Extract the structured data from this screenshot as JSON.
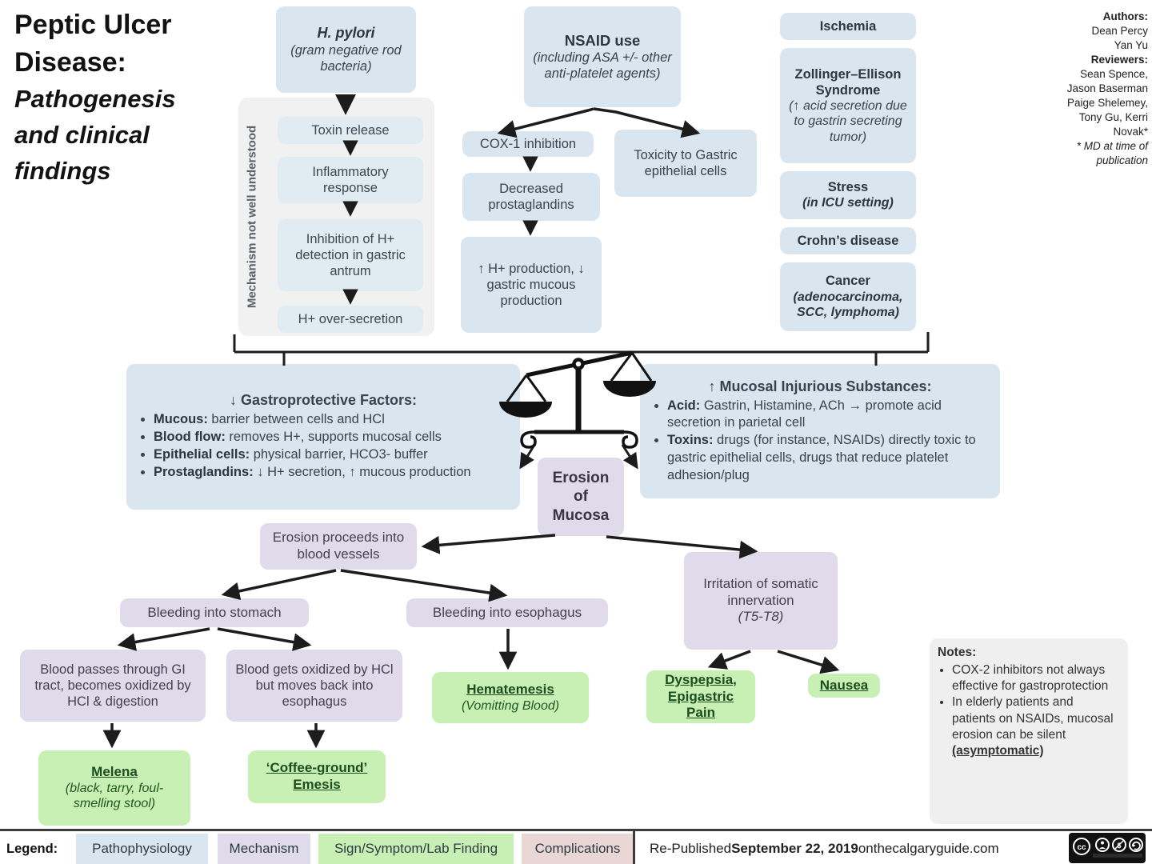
{
  "title": {
    "main": "Peptic Ulcer Disease:",
    "subtitle": "Pathogenesis and clinical findings"
  },
  "authors": {
    "heading": "Authors:",
    "names_block": "Dean Percy\nYan Yu",
    "reviewers_heading": "Reviewers:",
    "reviewers_block": "Sean Spence,\nJason Baserman\nPaige Shelemey,\nTony Gu, Kerri\nNovak*",
    "footnote": "* MD at time of publication"
  },
  "hpylori": {
    "title": "H. pylori",
    "subtitle": "(gram negative rod bacteria)"
  },
  "mechanism": {
    "side_label": "Mechanism not well understood",
    "steps": [
      "Toxin release",
      "Inflammatory response",
      "Inhibition of H+ detection in gastric antrum",
      "H+ over-secretion"
    ]
  },
  "nsaid": {
    "title": "NSAID use",
    "subtitle": "(including ASA +/- other anti-platelet agents)",
    "cox": "COX-1 inhibition",
    "decreased": "Decreased prostaglandins",
    "hprod": "↑ H+ production, ↓ gastric mucous production",
    "toxicity": "Toxicity to Gastric epithelial cells"
  },
  "causes": {
    "ischemia": "Ischemia",
    "zollinger_title": "Zollinger–Ellison Syndrome",
    "zollinger_sub": "(↑ acid secretion due to gastrin secreting tumor)",
    "stress_title": "Stress",
    "stress_sub": "(in ICU setting)",
    "crohns": "Crohn’s disease",
    "cancer_title": "Cancer",
    "cancer_sub": "(adenocarcinoma, SCC, lymphoma)"
  },
  "gastro": {
    "title": "↓ Gastroprotective Factors:",
    "bullets": [
      {
        "lead": "Mucous:",
        "rest": " barrier between cells and HCl"
      },
      {
        "lead": "Blood flow:",
        "rest": " removes H+, supports mucosal cells"
      },
      {
        "lead": "Epithelial cells:",
        "rest": " physical barrier, HCO3- buffer"
      },
      {
        "lead": "Prostaglandins:",
        "rest": " ↓ H+ secretion, ↑ mucous production"
      }
    ]
  },
  "injurious": {
    "title": "↑ Mucosal Injurious Substances:",
    "bullets": [
      {
        "lead": "Acid:",
        "rest": " Gastrin, Histamine, ACh → promote acid secretion in parietal cell"
      },
      {
        "lead": "Toxins:",
        "rest": " drugs (for instance, NSAIDs) directly toxic to gastric epithelial cells, drugs that reduce platelet adhesion/plug"
      }
    ]
  },
  "erosion": {
    "label": "Erosion\nof\nMucosa"
  },
  "flow": {
    "erosion_proceeds": "Erosion proceeds into blood vessels",
    "bleed_stomach": "Bleeding into stomach",
    "bleed_esoph": "Bleeding into esophagus",
    "blood_gi": "Blood passes through GI tract, becomes oxidized by HCl & digestion",
    "blood_oxidized": "Blood gets oxidized by HCl but moves back into esophagus",
    "irritation": "Irritation of somatic innervation",
    "irritation_sub": "(T5-T8)"
  },
  "findings": {
    "melena_title": "Melena",
    "melena_sub": "(black, tarry, foul-smelling stool)",
    "coffee": "‘Coffee-ground’\nEmesis",
    "hematemesis_title": "Hematemesis",
    "hematemesis_sub": "(Vomitting Blood)",
    "dyspepsia": "Dyspepsia,\nEpigastric Pain",
    "nausea": "Nausea"
  },
  "notes": {
    "heading": "Notes:",
    "bullet1": "COX-2 inhibitors not always effective for gastroprotection",
    "bullet2_pre": "In elderly patients and patients on NSAIDs, mucosal erosion can be silent ",
    "bullet2_underline": "(asymptomatic)"
  },
  "legend": {
    "label": "Legend:",
    "items": [
      {
        "text": "Pathophysiology",
        "color": "#d9e6ef"
      },
      {
        "text": "Mechanism",
        "color": "#dfdbea"
      },
      {
        "text": "Sign/Symptom/Lab Finding",
        "color": "#c8f0b5"
      },
      {
        "text": "Complications",
        "color": "#e9d7d5"
      }
    ]
  },
  "footer": {
    "prefix": "Re-Published ",
    "date": "September 22, 2019",
    "middle": " on ",
    "site": "thecalgaryguide.com",
    "license_icon": "cc-by-nc-sa-badge"
  },
  "colors": {
    "pathophysiology_blue": "#d9e6ef",
    "mechanism_lavender": "#dfdbea",
    "sign_green": "#c8f0b5",
    "complication_pink": "#e9d7d5",
    "panel_gray": "#f1f1f1",
    "arrow_black": "#1c1c1c"
  }
}
